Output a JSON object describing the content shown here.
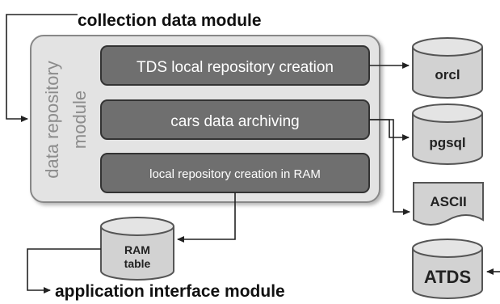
{
  "title_top": "collection data module",
  "title_bottom": "application interface module",
  "repository": {
    "label_line1": "data repository",
    "label_line2": "module",
    "steps": [
      "TDS local repository creation",
      "cars data archiving",
      "local repository creation in RAM"
    ]
  },
  "outputs": {
    "orcl": "orcl",
    "pgsql": "pgsql",
    "ascii": "ASCII",
    "atds": "ATDS"
  },
  "ram": {
    "line1": "RAM",
    "line2": "table"
  },
  "colors": {
    "outer_fill": "#e3e3e3",
    "step_fill": "#6f6f6f",
    "db_fill": "#d2d2d2",
    "line": "#222222"
  }
}
